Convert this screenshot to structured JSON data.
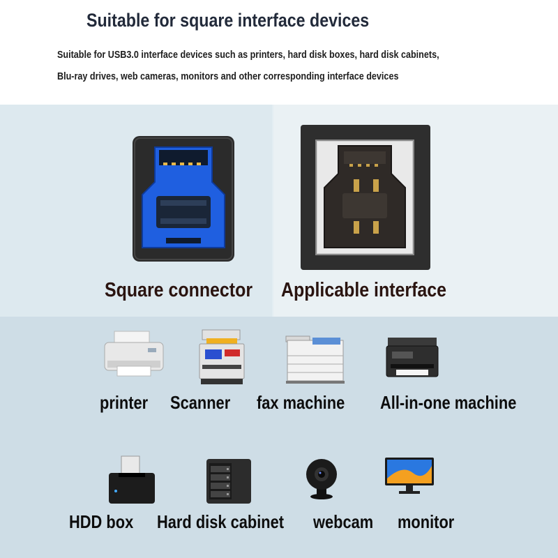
{
  "header": {
    "title": "Suitable for square interface devices",
    "description_line1": "Suitable for USB3.0 interface devices such as printers, hard disk boxes, hard disk cabinets,",
    "description_line2": "Blu-ray drives, web cameras, monitors and other corresponding interface devices"
  },
  "connectors": {
    "left_caption": "Square connector",
    "right_caption": "Applicable interface"
  },
  "devices": [
    {
      "label": "printer",
      "icon": "printer-icon"
    },
    {
      "label": "Scanner",
      "icon": "scanner-icon"
    },
    {
      "label": "fax machine",
      "icon": "fax-machine-icon"
    },
    {
      "label": "All-in-one machine",
      "icon": "all-in-one-machine-icon"
    },
    {
      "label": "HDD box",
      "icon": "hdd-box-icon"
    },
    {
      "label": "Hard disk cabinet",
      "icon": "hard-disk-cabinet-icon"
    },
    {
      "label": "webcam",
      "icon": "webcam-icon"
    },
    {
      "label": "monitor",
      "icon": "monitor-icon"
    }
  ],
  "colors": {
    "usb3_blue": "#1f5fe0",
    "connector_black": "#2b2b2b",
    "panel_background": "#dde9ef",
    "devices_background": "#cedde6"
  }
}
